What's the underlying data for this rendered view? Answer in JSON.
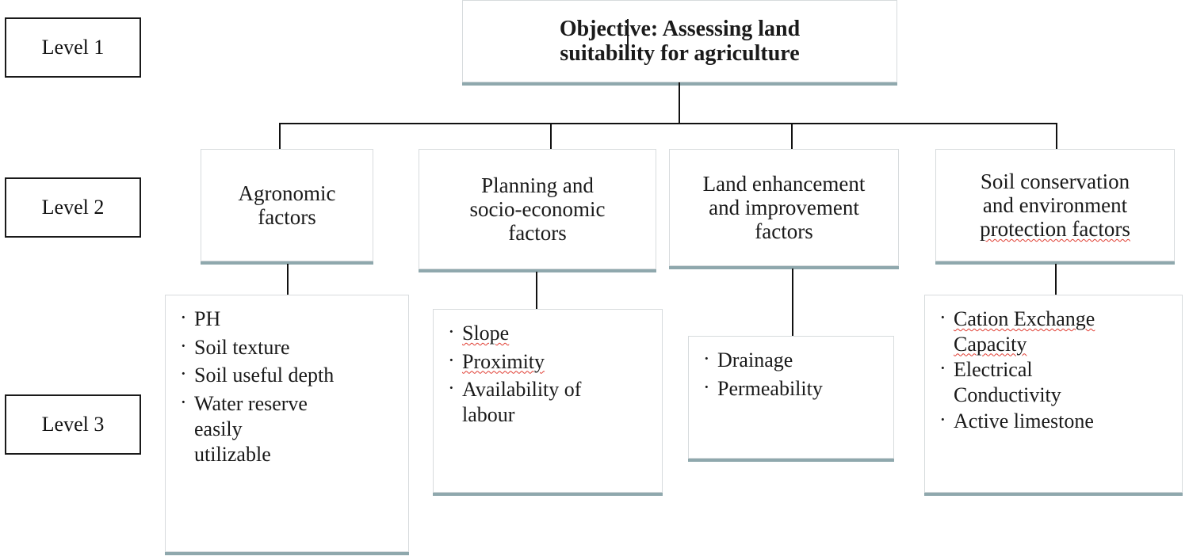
{
  "diagram": {
    "type": "hierarchy-tree",
    "levels": [
      {
        "id": "level-1",
        "label": "Level 1"
      },
      {
        "id": "level-2",
        "label": "Level 2"
      },
      {
        "id": "level-3",
        "label": "Level 3"
      }
    ],
    "objective": {
      "line1": "Objective: Assessing land",
      "line2": "suitability for agriculture"
    },
    "criteria": [
      {
        "id": "agronomic",
        "line1": "Agronomic",
        "line2": "factors",
        "line3": ""
      },
      {
        "id": "planning-socioeconomic",
        "line1": "Planning and",
        "line2": "socio-economic",
        "line3": "factors"
      },
      {
        "id": "land-enhancement",
        "line1": "Land enhancement",
        "line2": "and improvement",
        "line3": "factors"
      },
      {
        "id": "soil-conservation",
        "line1": "Soil conservation",
        "line2": "and environment",
        "line3": "protection factors"
      }
    ],
    "subcriteria": [
      {
        "id": "agronomic-items",
        "items": [
          "PH",
          "Soil texture",
          "Soil useful depth",
          "Water reserve\neasily\nutilizable"
        ]
      },
      {
        "id": "planning-items",
        "items": [
          "Slope",
          "Proximity",
          "Availability of\nlabour"
        ]
      },
      {
        "id": "land-enhancement-items",
        "items": [
          "Drainage",
          "Permeability"
        ]
      },
      {
        "id": "soil-conservation-items",
        "items": [
          "Cation    Exchange\nCapacity",
          "Electrical\nConductivity",
          "Active limestone"
        ]
      }
    ],
    "colors": {
      "box_border": "#d7dbdd",
      "box_shadow": "#8fa8ad",
      "connector": "#111111",
      "level_border": "#1a1a1a",
      "spellcheck_squiggle": "#e03c31"
    }
  }
}
